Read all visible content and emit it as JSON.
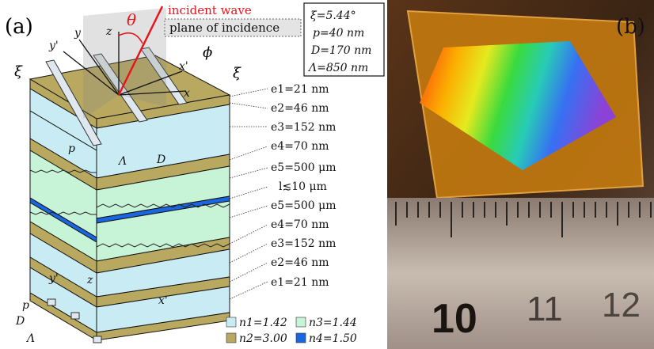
{
  "panel_a_label": "(a)",
  "panel_b_label": "(b)",
  "wave": {
    "incident_wave": "incident wave",
    "plane_of_incidence": "plane of incidence",
    "theta": "θ",
    "phi": "ϕ",
    "xi": "ξ",
    "color": "#e8141b"
  },
  "axes": {
    "x": "x",
    "y": "y",
    "z": "z",
    "x_prime": "x'",
    "y_prime": "y'",
    "bottom_x_prime": "x'",
    "bottom_y_prime": "y'",
    "bottom_z": "z"
  },
  "grating_labels": {
    "p_top": "p",
    "lambda_top": "Λ",
    "d_top": "D",
    "p_bottom": "p",
    "d_bottom": "D",
    "lambda_bottom": "Λ"
  },
  "params_box": {
    "xi": "ξ=5.44°",
    "p": "p=40 nm",
    "D": "D=170 nm",
    "Lambda": "Λ=850 nm"
  },
  "layers": [
    "e1=21 nm",
    "e2=46 nm",
    "e3=152 nm",
    "e4=70 nm",
    "e5=500 μm",
    "l≲10 μm",
    "e5=500 μm",
    "e4=70 nm",
    "e3=152 nm",
    "e2=46 nm",
    "e1=21 nm"
  ],
  "legend": [
    {
      "label": "n1=1.42",
      "color": "#c9ebf3"
    },
    {
      "label": "n3=1.44",
      "color": "#c7f3d6"
    },
    {
      "label": "n2=3.00",
      "color": "#b9a860"
    },
    {
      "label": "n4=1.50",
      "color": "#1a66e0"
    }
  ],
  "ruler_numbers": [
    "10",
    "11",
    "12"
  ]
}
